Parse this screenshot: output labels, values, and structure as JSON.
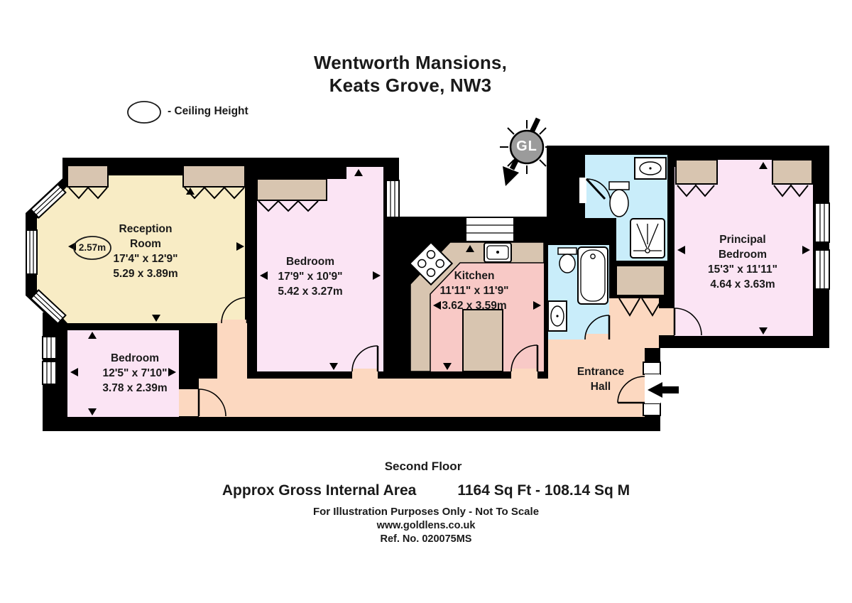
{
  "title": {
    "line1": "Wentworth Mansions,",
    "line2": "Keats Grove, NW3"
  },
  "legend": {
    "ceiling_label": "- Ceiling Height"
  },
  "compass": {
    "label": "GL"
  },
  "rooms": {
    "reception": {
      "line1": "Reception",
      "line2": "Room",
      "dims_ft": "17'4\" x 12'9\"",
      "dims_m": "5.29 x 3.89m",
      "ceiling_height": "2.57m"
    },
    "bedroom2": {
      "line1": "Bedroom",
      "dims_ft": "17'9\" x 10'9\"",
      "dims_m": "5.42 x 3.27m"
    },
    "kitchen": {
      "line1": "Kitchen",
      "dims_ft": "11'11\" x 11'9\"",
      "dims_m": "3.62 x 3.59m"
    },
    "bedroom_small": {
      "line1": "Bedroom",
      "dims_ft": "12'5\" x 7'10\"",
      "dims_m": "3.78 x 2.39m"
    },
    "principal": {
      "line1": "Principal",
      "line2": "Bedroom",
      "dims_ft": "15'3\" x 11'11\"",
      "dims_m": "4.64 x 3.63m"
    },
    "entrance_hall": {
      "line1": "Entrance",
      "line2": "Hall"
    }
  },
  "footer": {
    "floor": "Second Floor",
    "area_label": "Approx Gross Internal Area",
    "area_value": "1164 Sq Ft  - 108.14 Sq M",
    "disclaimer": "For Illustration Purposes Only - Not To Scale",
    "website": "www.goldlens.co.uk",
    "reference": "Ref. No. 020075MS"
  },
  "colors": {
    "wall": "#000000",
    "reception_fill": "#f8ecc5",
    "bedroom_fill": "#fbe4f4",
    "kitchen_fill": "#f8c9c6",
    "counter_fill": "#d8c5b0",
    "bathroom_fill": "#c9edfa",
    "hall_fill": "#fcd8c0",
    "compass_circle": "#9b9b9b"
  },
  "fixtures": [
    "stove",
    "kitchen-sink",
    "toilet",
    "bathtub",
    "basin",
    "shower",
    "wardrobe"
  ]
}
